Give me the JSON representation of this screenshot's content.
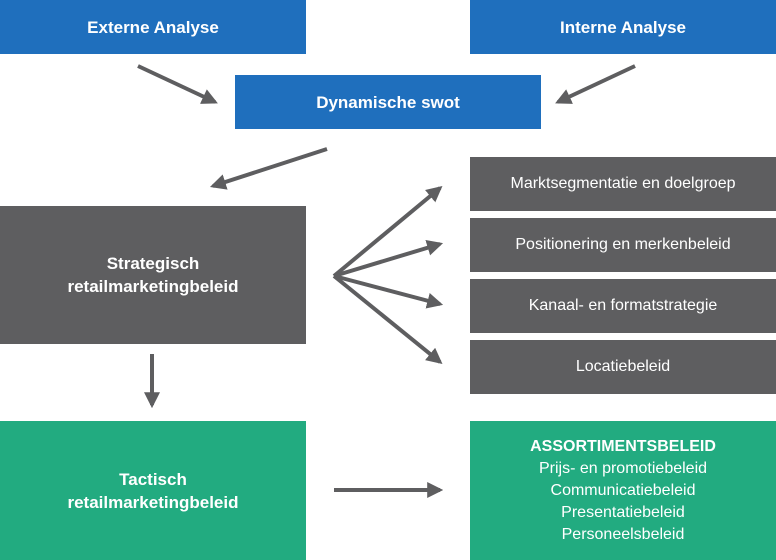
{
  "nodes": {
    "externe": "Externe Analyse",
    "interne": "Interne Analyse",
    "swot": "Dynamische swot",
    "strategisch": [
      "Strategisch",
      "retailmarketingbeleid"
    ],
    "tactisch": [
      "Tactisch",
      "retailmarketingbeleid"
    ],
    "marktsegmentatie": "Marktsegmentatie en doelgroep",
    "positionering": "Positionering en merkenbeleid",
    "kanaal": "Kanaal- en formatstrategie",
    "locatie": "Locatiebeleid",
    "assortiment": {
      "heading": "ASSORTIMENTSBELEID",
      "items": [
        "Prijs- en promotiebeleid",
        "Communicatiebeleid",
        "Presentatiebeleid",
        "Personeelsbeleid"
      ]
    }
  },
  "colors": {
    "blue": "#1f6fbd",
    "gray": "#5e5e60",
    "green": "#22ab80",
    "arrow": "#5e5e60"
  }
}
